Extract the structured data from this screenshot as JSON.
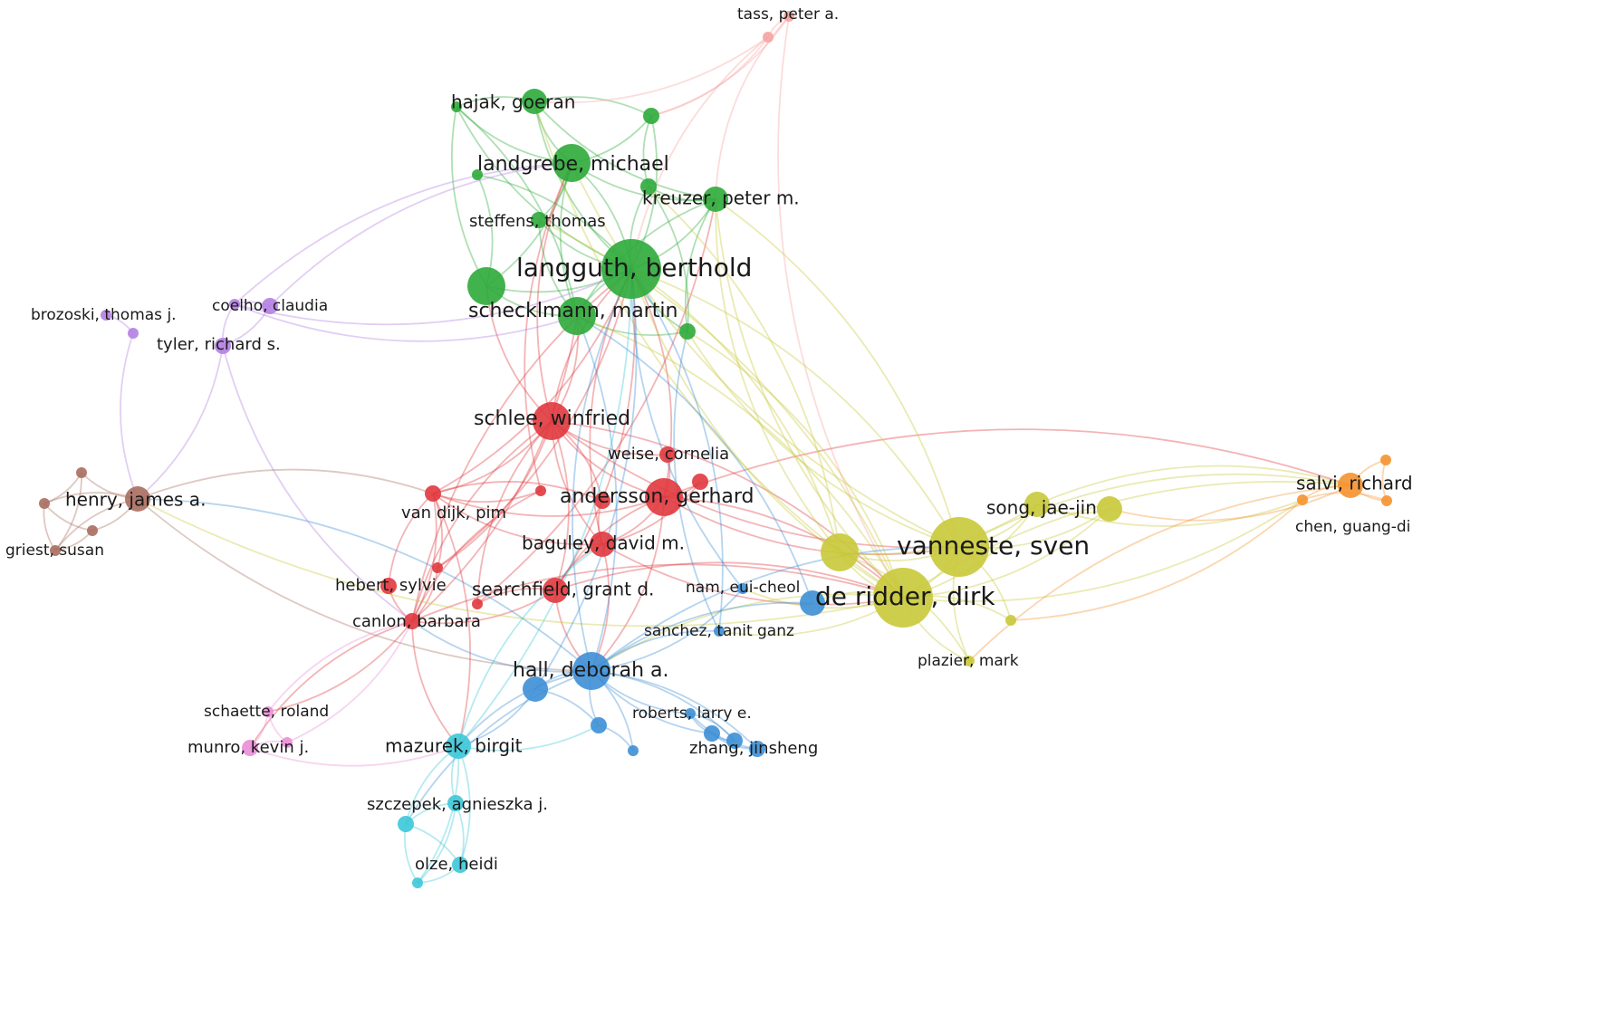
{
  "clusters": {
    "green": "#2eaa3a",
    "red": "#e0393e",
    "yellow": "#c9c93a",
    "blue": "#3d8fd6",
    "cyan": "#3cc8d8",
    "purple": "#b47fe3",
    "brown": "#a96e5f",
    "pink": "#ea8ed8",
    "orange": "#f5922f",
    "salmon": "#f6a3a0"
  },
  "nodes": [
    {
      "id": "langguth",
      "label": "langguth, berthold",
      "cluster": "green",
      "size": 5
    },
    {
      "id": "landgrebe",
      "label": "landgrebe, michael",
      "cluster": "green",
      "size": 4
    },
    {
      "id": "hajak",
      "label": "hajak, goeran",
      "cluster": "green",
      "size": 3
    },
    {
      "id": "kreuzer",
      "label": "kreuzer, peter m.",
      "cluster": "green",
      "size": 3
    },
    {
      "id": "steffens",
      "label": "steffens, thomas",
      "cluster": "green",
      "size": 2
    },
    {
      "id": "schecklmann",
      "label": "schecklmann, martin",
      "cluster": "green",
      "size": 4
    },
    {
      "id": "g1",
      "label": "",
      "cluster": "green",
      "size": 1
    },
    {
      "id": "g2",
      "label": "",
      "cluster": "green",
      "size": 2
    },
    {
      "id": "g3",
      "label": "",
      "cluster": "green",
      "size": 2
    },
    {
      "id": "g4",
      "label": "",
      "cluster": "green",
      "size": 1
    },
    {
      "id": "g5",
      "label": "",
      "cluster": "green",
      "size": 4
    },
    {
      "id": "g6",
      "label": "",
      "cluster": "green",
      "size": 2
    },
    {
      "id": "tass",
      "label": "tass, peter a.",
      "cluster": "salmon",
      "size": 1
    },
    {
      "id": "s1",
      "label": "",
      "cluster": "salmon",
      "size": 1
    },
    {
      "id": "schlee",
      "label": "schlee, winfried",
      "cluster": "red",
      "size": 4
    },
    {
      "id": "weise",
      "label": "weise, cornelia",
      "cluster": "red",
      "size": 2
    },
    {
      "id": "andersson",
      "label": "andersson, gerhard",
      "cluster": "red",
      "size": 4
    },
    {
      "id": "vandijk",
      "label": "van dijk, pim",
      "cluster": "red",
      "size": 2
    },
    {
      "id": "baguley",
      "label": "baguley, david m.",
      "cluster": "red",
      "size": 3
    },
    {
      "id": "hebert",
      "label": "hebert, sylvie",
      "cluster": "red",
      "size": 2
    },
    {
      "id": "searchfield",
      "label": "searchfield, grant d.",
      "cluster": "red",
      "size": 3
    },
    {
      "id": "canlon",
      "label": "canlon, barbara",
      "cluster": "red",
      "size": 2
    },
    {
      "id": "r1",
      "label": "",
      "cluster": "red",
      "size": 1
    },
    {
      "id": "r2",
      "label": "",
      "cluster": "red",
      "size": 1
    },
    {
      "id": "r3",
      "label": "",
      "cluster": "red",
      "size": 1
    },
    {
      "id": "r4",
      "label": "",
      "cluster": "red",
      "size": 2
    },
    {
      "id": "r5",
      "label": "",
      "cluster": "red",
      "size": 2
    },
    {
      "id": "vanneste",
      "label": "vanneste, sven",
      "cluster": "yellow",
      "size": 5
    },
    {
      "id": "deridder",
      "label": "de ridder, dirk",
      "cluster": "yellow",
      "size": 5
    },
    {
      "id": "song",
      "label": "song, jae-jin",
      "cluster": "yellow",
      "size": 3
    },
    {
      "id": "plazier",
      "label": "plazier, mark",
      "cluster": "yellow",
      "size": 1
    },
    {
      "id": "y1",
      "label": "",
      "cluster": "yellow",
      "size": 4
    },
    {
      "id": "y2",
      "label": "",
      "cluster": "yellow",
      "size": 3
    },
    {
      "id": "y3",
      "label": "",
      "cluster": "yellow",
      "size": 1
    },
    {
      "id": "salvi",
      "label": "salvi, richard",
      "cluster": "orange",
      "size": 3
    },
    {
      "id": "chen",
      "label": "chen, guang-di",
      "cluster": "orange",
      "size": 1
    },
    {
      "id": "o1",
      "label": "",
      "cluster": "orange",
      "size": 1
    },
    {
      "id": "o2",
      "label": "",
      "cluster": "orange",
      "size": 1
    },
    {
      "id": "hall",
      "label": "hall, deborah a.",
      "cluster": "blue",
      "size": 4
    },
    {
      "id": "nam",
      "label": "nam, eui-cheol",
      "cluster": "blue",
      "size": 1
    },
    {
      "id": "sanchez",
      "label": "sanchez, tanit ganz",
      "cluster": "blue",
      "size": 1
    },
    {
      "id": "roberts",
      "label": "roberts, larry e.",
      "cluster": "blue",
      "size": 1
    },
    {
      "id": "zhang",
      "label": "zhang, jinsheng",
      "cluster": "blue",
      "size": 2
    },
    {
      "id": "b1",
      "label": "",
      "cluster": "blue",
      "size": 3
    },
    {
      "id": "b2",
      "label": "",
      "cluster": "blue",
      "size": 3
    },
    {
      "id": "b3",
      "label": "",
      "cluster": "blue",
      "size": 2
    },
    {
      "id": "b4",
      "label": "",
      "cluster": "blue",
      "size": 1
    },
    {
      "id": "b5",
      "label": "",
      "cluster": "blue",
      "size": 2
    },
    {
      "id": "b6",
      "label": "",
      "cluster": "blue",
      "size": 2
    },
    {
      "id": "mazurek",
      "label": "mazurek, birgit",
      "cluster": "cyan",
      "size": 3
    },
    {
      "id": "szczepek",
      "label": "szczepek, agnieszka j.",
      "cluster": "cyan",
      "size": 2
    },
    {
      "id": "olze",
      "label": "olze, heidi",
      "cluster": "cyan",
      "size": 2
    },
    {
      "id": "c1",
      "label": "",
      "cluster": "cyan",
      "size": 2
    },
    {
      "id": "c2",
      "label": "",
      "cluster": "cyan",
      "size": 1
    },
    {
      "id": "brozoski",
      "label": "brozoski, thomas j.",
      "cluster": "purple",
      "size": 1
    },
    {
      "id": "coelho",
      "label": "coelho, claudia",
      "cluster": "purple",
      "size": 1
    },
    {
      "id": "tyler",
      "label": "tyler, richard s.",
      "cluster": "purple",
      "size": 2
    },
    {
      "id": "p1",
      "label": "",
      "cluster": "purple",
      "size": 1
    },
    {
      "id": "p2",
      "label": "",
      "cluster": "purple",
      "size": 2
    },
    {
      "id": "henry",
      "label": "henry, james a.",
      "cluster": "brown",
      "size": 3
    },
    {
      "id": "griest",
      "label": "griest, susan",
      "cluster": "brown",
      "size": 1
    },
    {
      "id": "br1",
      "label": "",
      "cluster": "brown",
      "size": 1
    },
    {
      "id": "br2",
      "label": "",
      "cluster": "brown",
      "size": 1
    },
    {
      "id": "br3",
      "label": "",
      "cluster": "brown",
      "size": 1
    },
    {
      "id": "schaette",
      "label": "schaette, roland",
      "cluster": "pink",
      "size": 1
    },
    {
      "id": "munro",
      "label": "munro, kevin j.",
      "cluster": "pink",
      "size": 2
    },
    {
      "id": "pk1",
      "label": "",
      "cluster": "pink",
      "size": 1
    }
  ],
  "edges": [
    [
      "langguth",
      "landgrebe"
    ],
    [
      "langguth",
      "hajak"
    ],
    [
      "langguth",
      "kreuzer"
    ],
    [
      "langguth",
      "steffens"
    ],
    [
      "langguth",
      "schecklmann"
    ],
    [
      "langguth",
      "g1"
    ],
    [
      "langguth",
      "g2"
    ],
    [
      "langguth",
      "g3"
    ],
    [
      "langguth",
      "g4"
    ],
    [
      "langguth",
      "g5"
    ],
    [
      "langguth",
      "g6"
    ],
    [
      "landgrebe",
      "hajak"
    ],
    [
      "landgrebe",
      "kreuzer"
    ],
    [
      "landgrebe",
      "steffens"
    ],
    [
      "landgrebe",
      "schecklmann"
    ],
    [
      "landgrebe",
      "g1"
    ],
    [
      "landgrebe",
      "g2"
    ],
    [
      "landgrebe",
      "g5"
    ],
    [
      "hajak",
      "g1"
    ],
    [
      "hajak",
      "g2"
    ],
    [
      "hajak",
      "kreuzer"
    ],
    [
      "kreuzer",
      "g3"
    ],
    [
      "kreuzer",
      "g6"
    ],
    [
      "schecklmann",
      "g5"
    ],
    [
      "schecklmann",
      "g6"
    ],
    [
      "schecklmann",
      "kreuzer"
    ],
    [
      "g1",
      "g5"
    ],
    [
      "g1",
      "schecklmann"
    ],
    [
      "g2",
      "g3"
    ],
    [
      "g4",
      "g5"
    ],
    [
      "steffens",
      "schecklmann"
    ],
    [
      "g3",
      "g6"
    ],
    [
      "tass",
      "s1"
    ],
    [
      "tass",
      "g2"
    ],
    [
      "tass",
      "kreuzer"
    ],
    [
      "s1",
      "g2"
    ],
    [
      "s1",
      "langguth"
    ],
    [
      "s1",
      "hajak"
    ],
    [
      "tass",
      "deridder"
    ],
    [
      "schlee",
      "langguth"
    ],
    [
      "schlee",
      "schecklmann"
    ],
    [
      "schlee",
      "landgrebe"
    ],
    [
      "schlee",
      "andersson"
    ],
    [
      "schlee",
      "vandijk"
    ],
    [
      "schlee",
      "baguley"
    ],
    [
      "schlee",
      "searchfield"
    ],
    [
      "schlee",
      "weise"
    ],
    [
      "schlee",
      "r1"
    ],
    [
      "schlee",
      "r2"
    ],
    [
      "schlee",
      "r4"
    ],
    [
      "schlee",
      "vanneste"
    ],
    [
      "schlee",
      "deridder"
    ],
    [
      "schlee",
      "canlon"
    ],
    [
      "schlee",
      "g5"
    ],
    [
      "andersson",
      "weise"
    ],
    [
      "andersson",
      "baguley"
    ],
    [
      "andersson",
      "r5"
    ],
    [
      "andersson",
      "vandijk"
    ],
    [
      "andersson",
      "searchfield"
    ],
    [
      "andersson",
      "deridder"
    ],
    [
      "andersson",
      "vanneste"
    ],
    [
      "andersson",
      "hall"
    ],
    [
      "andersson",
      "langguth"
    ],
    [
      "andersson",
      "salvi"
    ],
    [
      "vandijk",
      "baguley"
    ],
    [
      "vandijk",
      "canlon"
    ],
    [
      "vandijk",
      "hebert"
    ],
    [
      "vandijk",
      "r1"
    ],
    [
      "vandijk",
      "r3"
    ],
    [
      "vandijk",
      "r4"
    ],
    [
      "vandijk",
      "langguth"
    ],
    [
      "vandijk",
      "mazurek"
    ],
    [
      "baguley",
      "searchfield"
    ],
    [
      "baguley",
      "hall"
    ],
    [
      "baguley",
      "deridder"
    ],
    [
      "baguley",
      "langguth"
    ],
    [
      "baguley",
      "r5"
    ],
    [
      "baguley",
      "r4"
    ],
    [
      "searchfield",
      "hall"
    ],
    [
      "searchfield",
      "canlon"
    ],
    [
      "searchfield",
      "r2"
    ],
    [
      "searchfield",
      "deridder"
    ],
    [
      "searchfield",
      "langguth"
    ],
    [
      "canlon",
      "hebert"
    ],
    [
      "canlon",
      "r1"
    ],
    [
      "canlon",
      "r3"
    ],
    [
      "canlon",
      "mazurek"
    ],
    [
      "canlon",
      "schaette"
    ],
    [
      "canlon",
      "munro"
    ],
    [
      "canlon",
      "langguth"
    ],
    [
      "canlon",
      "schecklmann"
    ],
    [
      "canlon",
      "deridder"
    ],
    [
      "r1",
      "langguth"
    ],
    [
      "r3",
      "landgrebe"
    ],
    [
      "r2",
      "kreuzer"
    ],
    [
      "vanneste",
      "deridder"
    ],
    [
      "vanneste",
      "song"
    ],
    [
      "vanneste",
      "y1"
    ],
    [
      "vanneste",
      "y2"
    ],
    [
      "vanneste",
      "y3"
    ],
    [
      "vanneste",
      "langguth"
    ],
    [
      "vanneste",
      "landgrebe"
    ],
    [
      "vanneste",
      "kreuzer"
    ],
    [
      "vanneste",
      "salvi"
    ],
    [
      "vanneste",
      "plazier"
    ],
    [
      "vanneste",
      "g6"
    ],
    [
      "deridder",
      "song"
    ],
    [
      "deridder",
      "y1"
    ],
    [
      "deridder",
      "y2"
    ],
    [
      "deridder",
      "y3"
    ],
    [
      "deridder",
      "plazier"
    ],
    [
      "deridder",
      "langguth"
    ],
    [
      "deridder",
      "schecklmann"
    ],
    [
      "deridder",
      "kreuzer"
    ],
    [
      "deridder",
      "hall"
    ],
    [
      "deridder",
      "nam"
    ],
    [
      "deridder",
      "b1"
    ],
    [
      "deridder",
      "sanchez"
    ],
    [
      "deridder",
      "chen"
    ],
    [
      "deridder",
      "salvi"
    ],
    [
      "deridder",
      "g6"
    ],
    [
      "deridder",
      "hajak"
    ],
    [
      "deridder",
      "steffens"
    ],
    [
      "deridder",
      "henry"
    ],
    [
      "song",
      "y2"
    ],
    [
      "song",
      "salvi"
    ],
    [
      "song",
      "chen"
    ],
    [
      "song",
      "y1"
    ],
    [
      "y1",
      "langguth"
    ],
    [
      "y1",
      "kreuzer"
    ],
    [
      "y1",
      "g3"
    ],
    [
      "y1",
      "plazier"
    ],
    [
      "salvi",
      "chen"
    ],
    [
      "salvi",
      "o1"
    ],
    [
      "salvi",
      "o2"
    ],
    [
      "chen",
      "o2"
    ],
    [
      "o1",
      "o2"
    ],
    [
      "salvi",
      "y2"
    ],
    [
      "salvi",
      "plazier"
    ],
    [
      "chen",
      "y3"
    ],
    [
      "hall",
      "b2"
    ],
    [
      "hall",
      "b1"
    ],
    [
      "hall",
      "nam"
    ],
    [
      "hall",
      "sanchez"
    ],
    [
      "hall",
      "roberts"
    ],
    [
      "hall",
      "zhang"
    ],
    [
      "hall",
      "b3"
    ],
    [
      "hall",
      "b4"
    ],
    [
      "hall",
      "b5"
    ],
    [
      "hall",
      "b6"
    ],
    [
      "hall",
      "mazurek"
    ],
    [
      "hall",
      "langguth"
    ],
    [
      "hall",
      "schecklmann"
    ],
    [
      "hall",
      "vanneste"
    ],
    [
      "hall",
      "henry"
    ],
    [
      "hall",
      "canlon"
    ],
    [
      "hall",
      "c1"
    ],
    [
      "b2",
      "mazurek"
    ],
    [
      "b2",
      "langguth"
    ],
    [
      "b2",
      "b3"
    ],
    [
      "roberts",
      "b5"
    ],
    [
      "roberts",
      "b6"
    ],
    [
      "roberts",
      "zhang"
    ],
    [
      "zhang",
      "b5"
    ],
    [
      "b5",
      "b6"
    ],
    [
      "b3",
      "b4"
    ],
    [
      "b1",
      "schecklmann"
    ],
    [
      "nam",
      "langguth"
    ],
    [
      "sanchez",
      "langguth"
    ],
    [
      "sanchez",
      "g6"
    ],
    [
      "mazurek",
      "szczepek"
    ],
    [
      "mazurek",
      "olze"
    ],
    [
      "mazurek",
      "c1"
    ],
    [
      "mazurek",
      "c2"
    ],
    [
      "mazurek",
      "langguth"
    ],
    [
      "mazurek",
      "baguley"
    ],
    [
      "mazurek",
      "b3"
    ],
    [
      "szczepek",
      "olze"
    ],
    [
      "szczepek",
      "c1"
    ],
    [
      "szczepek",
      "c2"
    ],
    [
      "olze",
      "c1"
    ],
    [
      "olze",
      "c2"
    ],
    [
      "c1",
      "c2"
    ],
    [
      "brozoski",
      "p1"
    ],
    [
      "p1",
      "henry"
    ],
    [
      "tyler",
      "coelho"
    ],
    [
      "tyler",
      "p2"
    ],
    [
      "tyler",
      "henry"
    ],
    [
      "coelho",
      "langguth"
    ],
    [
      "coelho",
      "landgrebe"
    ],
    [
      "coelho",
      "schecklmann"
    ],
    [
      "p2",
      "landgrebe"
    ],
    [
      "tyler",
      "canlon"
    ],
    [
      "coelho",
      "p2"
    ],
    [
      "henry",
      "griest"
    ],
    [
      "henry",
      "br1"
    ],
    [
      "henry",
      "br2"
    ],
    [
      "henry",
      "br3"
    ],
    [
      "griest",
      "br1"
    ],
    [
      "griest",
      "br2"
    ],
    [
      "griest",
      "br3"
    ],
    [
      "br1",
      "br2"
    ],
    [
      "br2",
      "br3"
    ],
    [
      "henry",
      "vandijk"
    ],
    [
      "henry",
      "hall"
    ],
    [
      "schaette",
      "munro"
    ],
    [
      "schaette",
      "pk1"
    ],
    [
      "munro",
      "pk1"
    ],
    [
      "munro",
      "mazurek"
    ],
    [
      "schaette",
      "canlon"
    ],
    [
      "pk1",
      "canlon"
    ]
  ]
}
